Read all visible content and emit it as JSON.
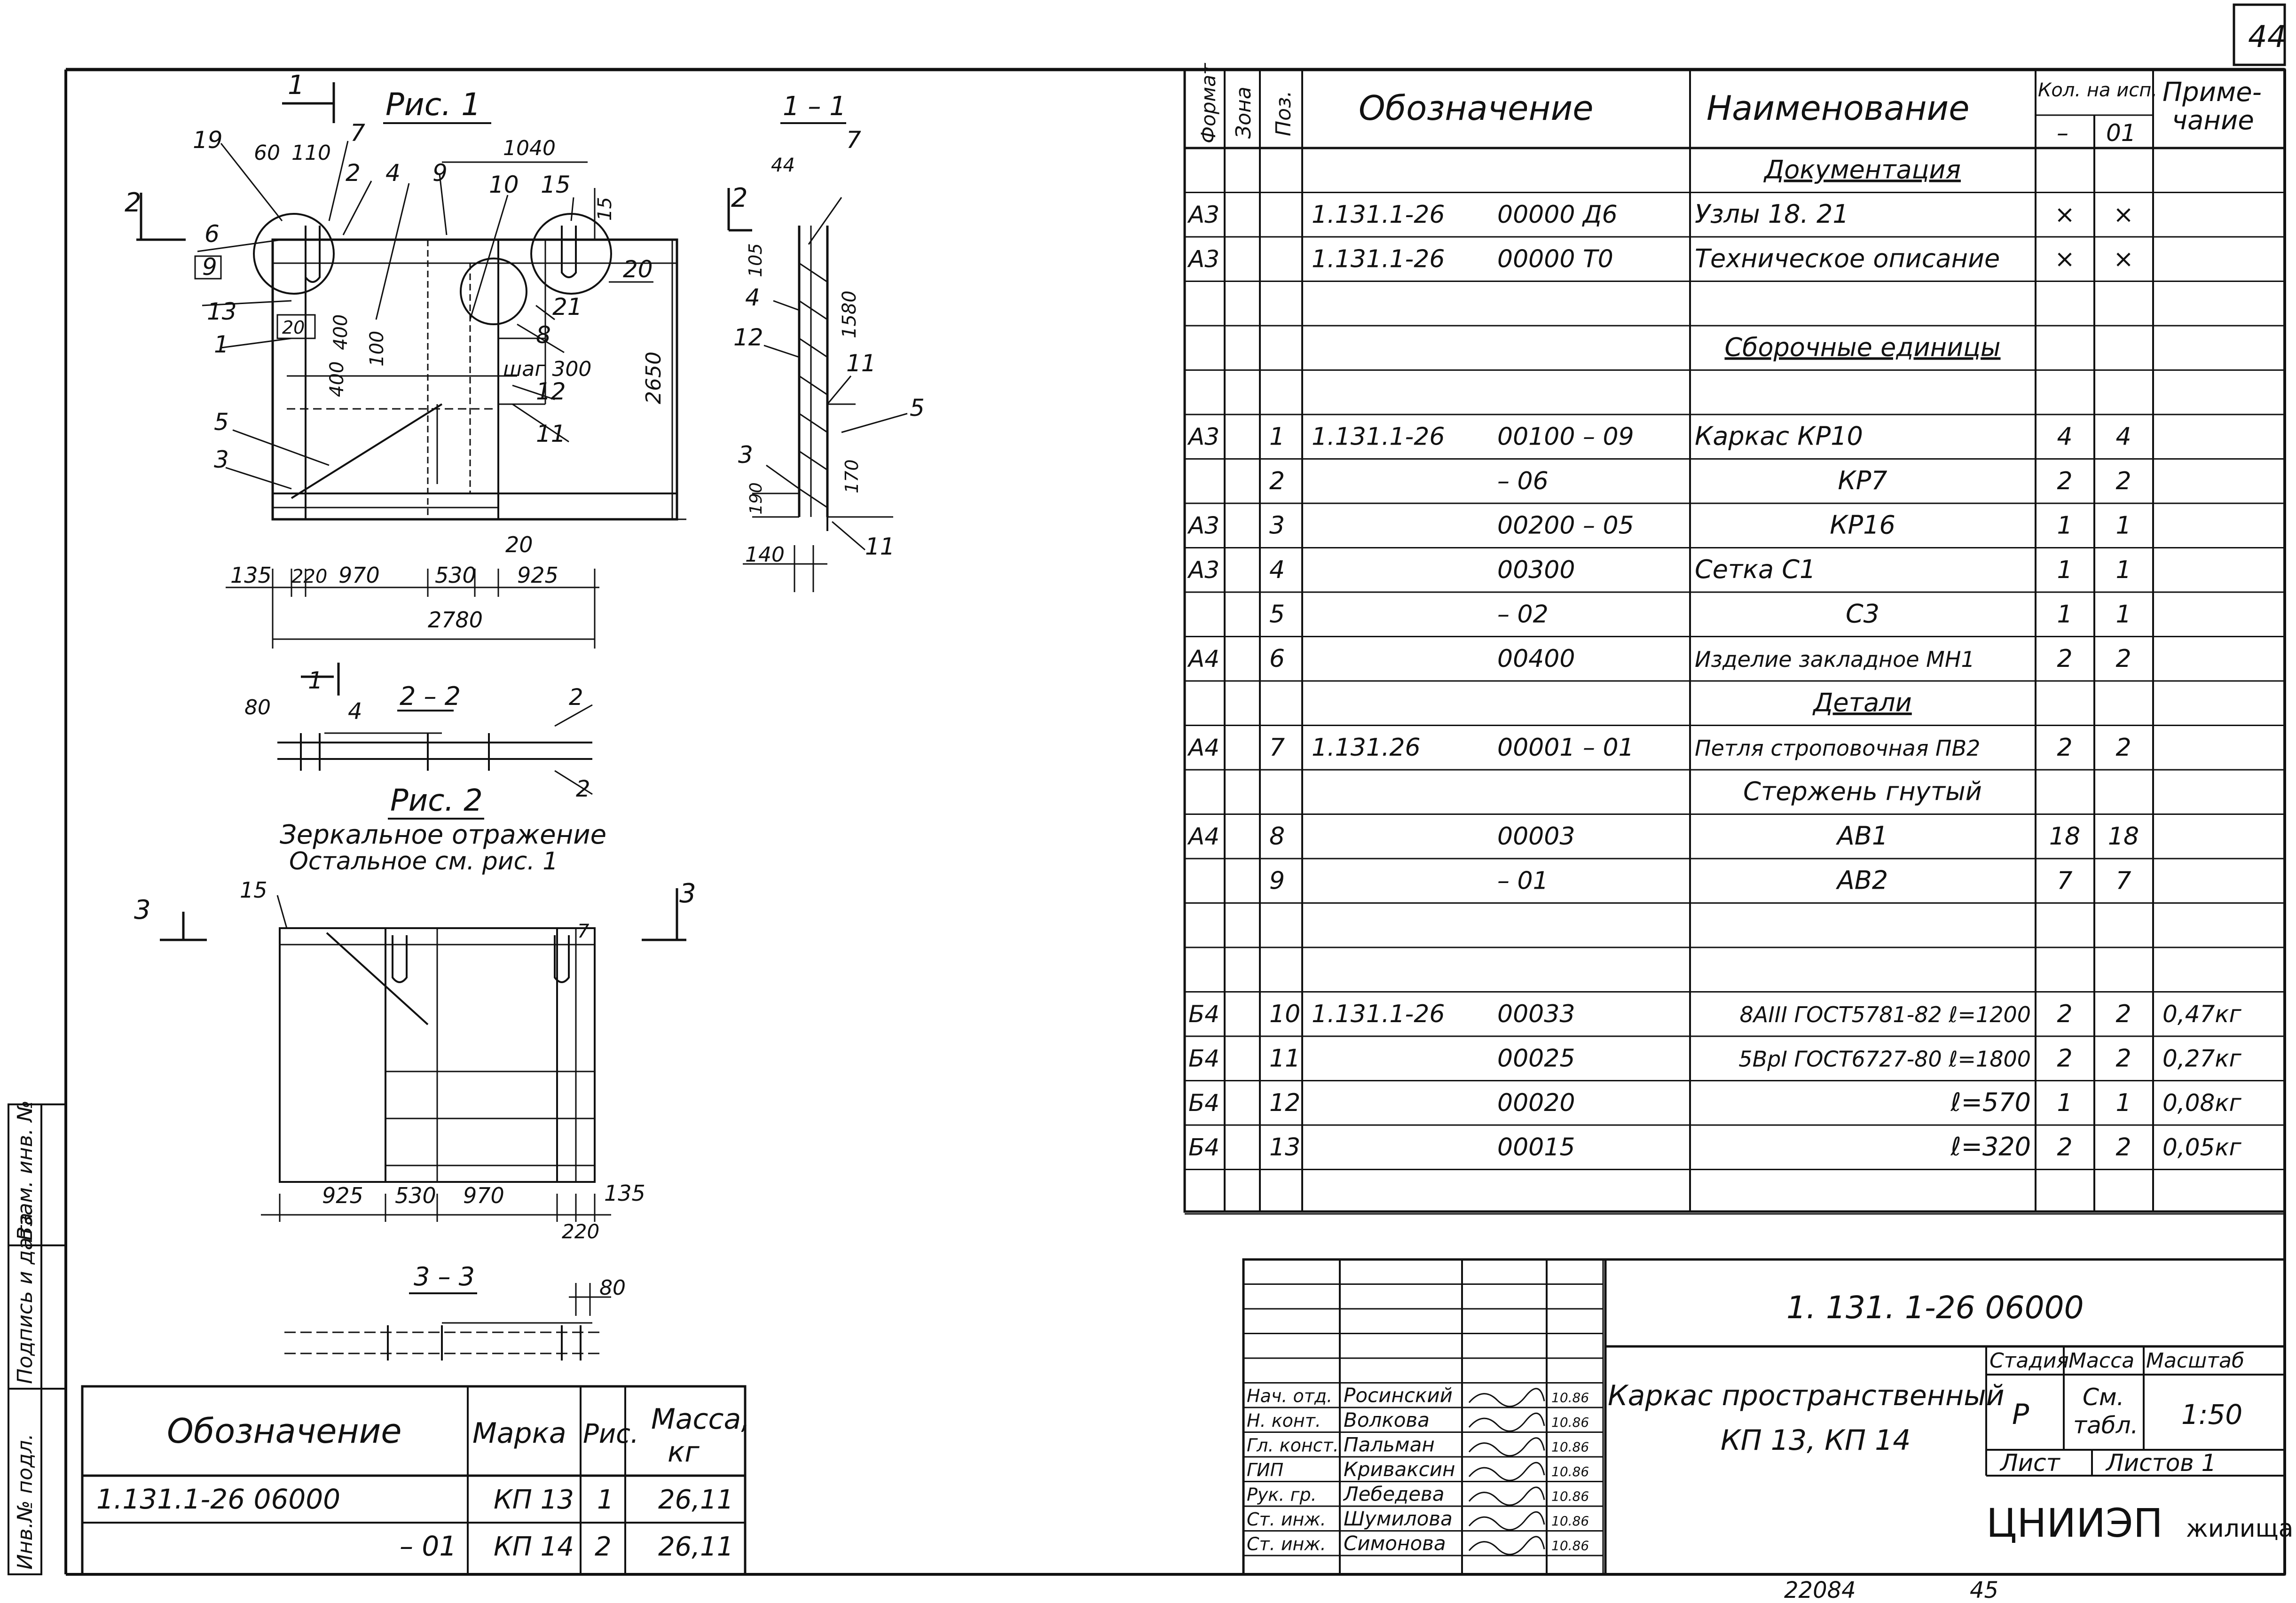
{
  "sheet_number": "44",
  "bottom_numbers": {
    "archive": "22084",
    "page": "45"
  },
  "drawing": {
    "fig1_title": "Рис. 1",
    "fig2_title": "Рис. 2",
    "fig2_caption": [
      "Зеркальное отражение",
      "Остальное см. рис. 1"
    ],
    "section_1_1": "1 – 1",
    "section_2_2": "2 – 2",
    "section_3_3": "3 – 3",
    "fig1_dims_bottom": [
      "135",
      "220",
      "970",
      "530",
      "925"
    ],
    "fig1_total_width": "2780",
    "fig1_height": "2650",
    "fig1_top_dims": [
      "60",
      "110",
      "1040",
      "15"
    ],
    "fig1_side_dims": [
      "400",
      "400",
      "100",
      "20"
    ],
    "fig1_step": "шаг 300",
    "fig1_callouts": [
      "19",
      "7",
      "2",
      "4",
      "9",
      "10",
      "15",
      "6",
      "9",
      "13",
      "1",
      "5",
      "3",
      "20",
      "21",
      "8",
      "12",
      "11",
      "20"
    ],
    "sec11_dims": [
      "44",
      "105",
      "1580",
      "170",
      "190",
      "140"
    ],
    "sec11_callouts": [
      "7",
      "2",
      "4",
      "12",
      "11",
      "5",
      "3",
      "11"
    ],
    "sec22_dims": [
      "80"
    ],
    "sec22_callouts": [
      "4",
      "2",
      "2"
    ],
    "fig2_dims_bottom": [
      "925",
      "530",
      "970",
      "135",
      "220"
    ],
    "fig2_callouts": [
      "15",
      "7"
    ],
    "sec33_dims": [
      "80"
    ],
    "section_marks": [
      "1",
      "1",
      "2",
      "2",
      "3",
      "3"
    ]
  },
  "spec_table": {
    "headers": {
      "format": "Формат",
      "zone": "Зона",
      "pos": "Поз.",
      "designation": "Обозначение",
      "name": "Наименование",
      "qty": "Кол. на исп.",
      "qty_sub": [
        "–",
        "01"
      ],
      "note": [
        "Приме-",
        "чание"
      ]
    },
    "rows": [
      {
        "format": "",
        "pos": "",
        "des_a": "",
        "des_b": "",
        "name": "Документация",
        "name_align": "center",
        "underline": true,
        "q1": "",
        "q2": "",
        "note": ""
      },
      {
        "format": "А3",
        "pos": "",
        "des_a": "1.131.1-26",
        "des_b": "00000 Д6",
        "name": "Узлы 18. 21",
        "name_align": "left",
        "underline": false,
        "q1": "×",
        "q2": "×",
        "note": ""
      },
      {
        "format": "А3",
        "pos": "",
        "des_a": "1.131.1-26",
        "des_b": "00000 Т0",
        "name": "Техническое описание",
        "name_align": "left",
        "underline": false,
        "q1": "×",
        "q2": "×",
        "note": ""
      },
      {
        "format": "",
        "pos": "",
        "des_a": "",
        "des_b": "",
        "name": "",
        "name_align": "left",
        "underline": false,
        "q1": "",
        "q2": "",
        "note": ""
      },
      {
        "format": "",
        "pos": "",
        "des_a": "",
        "des_b": "",
        "name": "Сборочные единицы",
        "name_align": "center",
        "underline": true,
        "q1": "",
        "q2": "",
        "note": ""
      },
      {
        "format": "",
        "pos": "",
        "des_a": "",
        "des_b": "",
        "name": "",
        "name_align": "left",
        "underline": false,
        "q1": "",
        "q2": "",
        "note": ""
      },
      {
        "format": "А3",
        "pos": "1",
        "des_a": "1.131.1-26",
        "des_b": "00100 – 09",
        "name": "Каркас КР10",
        "name_align": "left",
        "underline": false,
        "q1": "4",
        "q2": "4",
        "note": ""
      },
      {
        "format": "",
        "pos": "2",
        "des_a": "",
        "des_b": "– 06",
        "name": "КР7",
        "name_align": "center",
        "underline": false,
        "q1": "2",
        "q2": "2",
        "note": ""
      },
      {
        "format": "А3",
        "pos": "3",
        "des_a": "",
        "des_b": "00200 – 05",
        "name": "КР16",
        "name_align": "center",
        "underline": false,
        "q1": "1",
        "q2": "1",
        "note": ""
      },
      {
        "format": "А3",
        "pos": "4",
        "des_a": "",
        "des_b": "00300",
        "name": "Сетка     С1",
        "name_align": "left",
        "underline": false,
        "q1": "1",
        "q2": "1",
        "note": ""
      },
      {
        "format": "",
        "pos": "5",
        "des_a": "",
        "des_b": "– 02",
        "name": "С3",
        "name_align": "center",
        "underline": false,
        "q1": "1",
        "q2": "1",
        "note": ""
      },
      {
        "format": "А4",
        "pos": "6",
        "des_a": "",
        "des_b": "00400",
        "name": "Изделие закладное МН1",
        "name_align": "left",
        "underline": false,
        "q1": "2",
        "q2": "2",
        "note": ""
      },
      {
        "format": "",
        "pos": "",
        "des_a": "",
        "des_b": "",
        "name": "Детали",
        "name_align": "center",
        "underline": true,
        "q1": "",
        "q2": "",
        "note": ""
      },
      {
        "format": "А4",
        "pos": "7",
        "des_a": "1.131.26",
        "des_b": "00001 – 01",
        "name": "Петля строповочная ПВ2",
        "name_align": "left",
        "underline": false,
        "q1": "2",
        "q2": "2",
        "note": ""
      },
      {
        "format": "",
        "pos": "",
        "des_a": "",
        "des_b": "",
        "name": "Стержень гнутый",
        "name_align": "center",
        "underline": false,
        "q1": "",
        "q2": "",
        "note": ""
      },
      {
        "format": "А4",
        "pos": "8",
        "des_a": "",
        "des_b": "00003",
        "name": "АВ1",
        "name_align": "center",
        "underline": false,
        "q1": "18",
        "q2": "18",
        "note": ""
      },
      {
        "format": "",
        "pos": "9",
        "des_a": "",
        "des_b": "– 01",
        "name": "АВ2",
        "name_align": "center",
        "underline": false,
        "q1": "7",
        "q2": "7",
        "note": ""
      },
      {
        "format": "",
        "pos": "",
        "des_a": "",
        "des_b": "",
        "name": "",
        "name_align": "left",
        "underline": false,
        "q1": "",
        "q2": "",
        "note": ""
      },
      {
        "format": "",
        "pos": "",
        "des_a": "",
        "des_b": "",
        "name": "",
        "name_align": "left",
        "underline": false,
        "q1": "",
        "q2": "",
        "note": ""
      },
      {
        "format": "Б4",
        "pos": "10",
        "des_a": "1.131.1-26",
        "des_b": "00033",
        "name": "8АIII ГОСТ5781-82 ℓ=1200",
        "name_align": "right",
        "underline": false,
        "q1": "2",
        "q2": "2",
        "note": "0,47кг"
      },
      {
        "format": "Б4",
        "pos": "11",
        "des_a": "",
        "des_b": "00025",
        "name": "5ВрI ГОСТ6727-80 ℓ=1800",
        "name_align": "right",
        "underline": false,
        "q1": "2",
        "q2": "2",
        "note": "0,27кг"
      },
      {
        "format": "Б4",
        "pos": "12",
        "des_a": "",
        "des_b": "00020",
        "name": "ℓ=570",
        "name_align": "right",
        "underline": false,
        "q1": "1",
        "q2": "1",
        "note": "0,08кг"
      },
      {
        "format": "Б4",
        "pos": "13",
        "des_a": "",
        "des_b": "00015",
        "name": "ℓ=320",
        "name_align": "right",
        "underline": false,
        "q1": "2",
        "q2": "2",
        "note": "0,05кг"
      },
      {
        "format": "",
        "pos": "",
        "des_a": "",
        "des_b": "",
        "name": "",
        "name_align": "left",
        "underline": false,
        "q1": "",
        "q2": "",
        "note": ""
      }
    ]
  },
  "mark_table": {
    "headers": {
      "designation": "Обозначение",
      "mark": "Марка",
      "fig": "Рис.",
      "mass": [
        "Масса,",
        "кг"
      ]
    },
    "rows": [
      {
        "designation": "1.131.1-26  06000",
        "mark": "КП 13",
        "fig": "1",
        "mass": "26,11"
      },
      {
        "designation": "– 01",
        "mark": "КП 14",
        "fig": "2",
        "mass": "26,11"
      }
    ]
  },
  "side_stamp": [
    "Инв.№ подл.",
    "Подпись и дата",
    "Взам. инв. №"
  ],
  "title_block": {
    "code": "1. 131. 1-26   06000",
    "title": [
      "Каркас пространственный",
      "КП 13, КП 14"
    ],
    "stage_label": "Стадия",
    "mass_label": "Масса",
    "scale_label": "Масштаб",
    "stage": "Р",
    "mass": [
      "См.",
      "табл."
    ],
    "scale": "1:50",
    "sheet_label": "Лист",
    "sheets_label": "Листов 1",
    "org": "ЦНИИЭП",
    "org_sub": "жилища",
    "people": [
      {
        "role": "Нач. отд.",
        "name": "Росинский",
        "date": "10.86"
      },
      {
        "role": "Н. конт.",
        "name": "Волкова",
        "date": "10.86"
      },
      {
        "role": "Гл. конст.",
        "name": "Пальман",
        "date": "10.86"
      },
      {
        "role": "ГИП",
        "name": "Криваксин",
        "date": "10.86"
      },
      {
        "role": "Рук. гр.",
        "name": "Лебедева",
        "date": "10.86"
      },
      {
        "role": "Ст. инж.",
        "name": "Шумилова",
        "date": "10.86"
      },
      {
        "role": "Ст. инж.",
        "name": "Симонова",
        "date": "10.86"
      }
    ]
  }
}
